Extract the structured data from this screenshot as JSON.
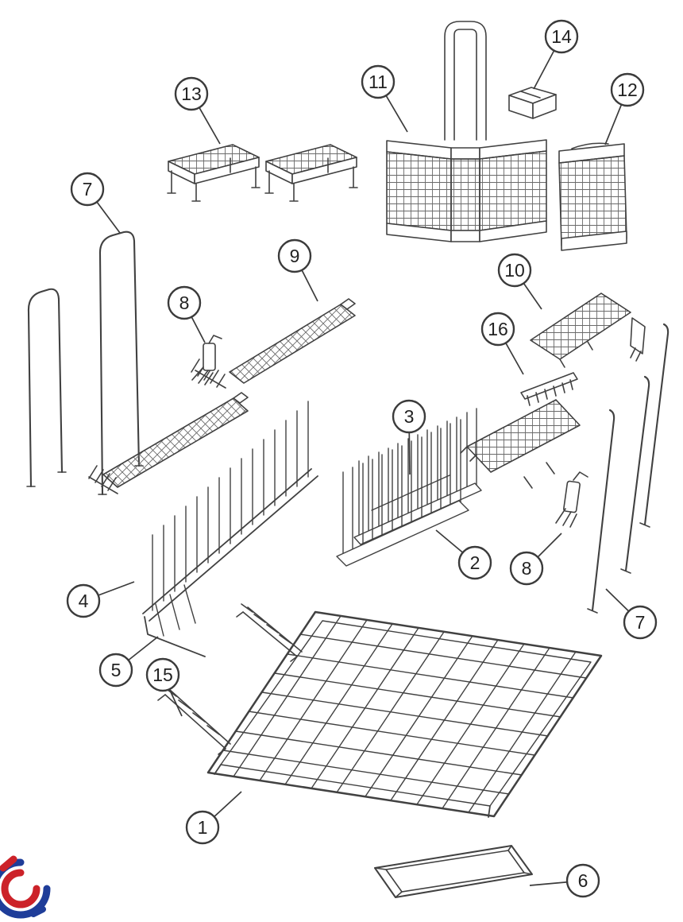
{
  "figure": {
    "callouts": [
      {
        "label": "14"
      },
      {
        "label": "11"
      },
      {
        "label": "12"
      },
      {
        "label": "13"
      },
      {
        "label": "7"
      },
      {
        "label": "9"
      },
      {
        "label": "10"
      },
      {
        "label": "8"
      },
      {
        "label": "16"
      },
      {
        "label": "3"
      },
      {
        "label": "2"
      },
      {
        "label": "8"
      },
      {
        "label": "4"
      },
      {
        "label": "7"
      },
      {
        "label": "5"
      },
      {
        "label": "15"
      },
      {
        "label": "1"
      },
      {
        "label": "6"
      }
    ],
    "colors": {
      "line": "#414141",
      "logo_red": "#cc2229",
      "logo_blue": "#1f3d99"
    }
  }
}
